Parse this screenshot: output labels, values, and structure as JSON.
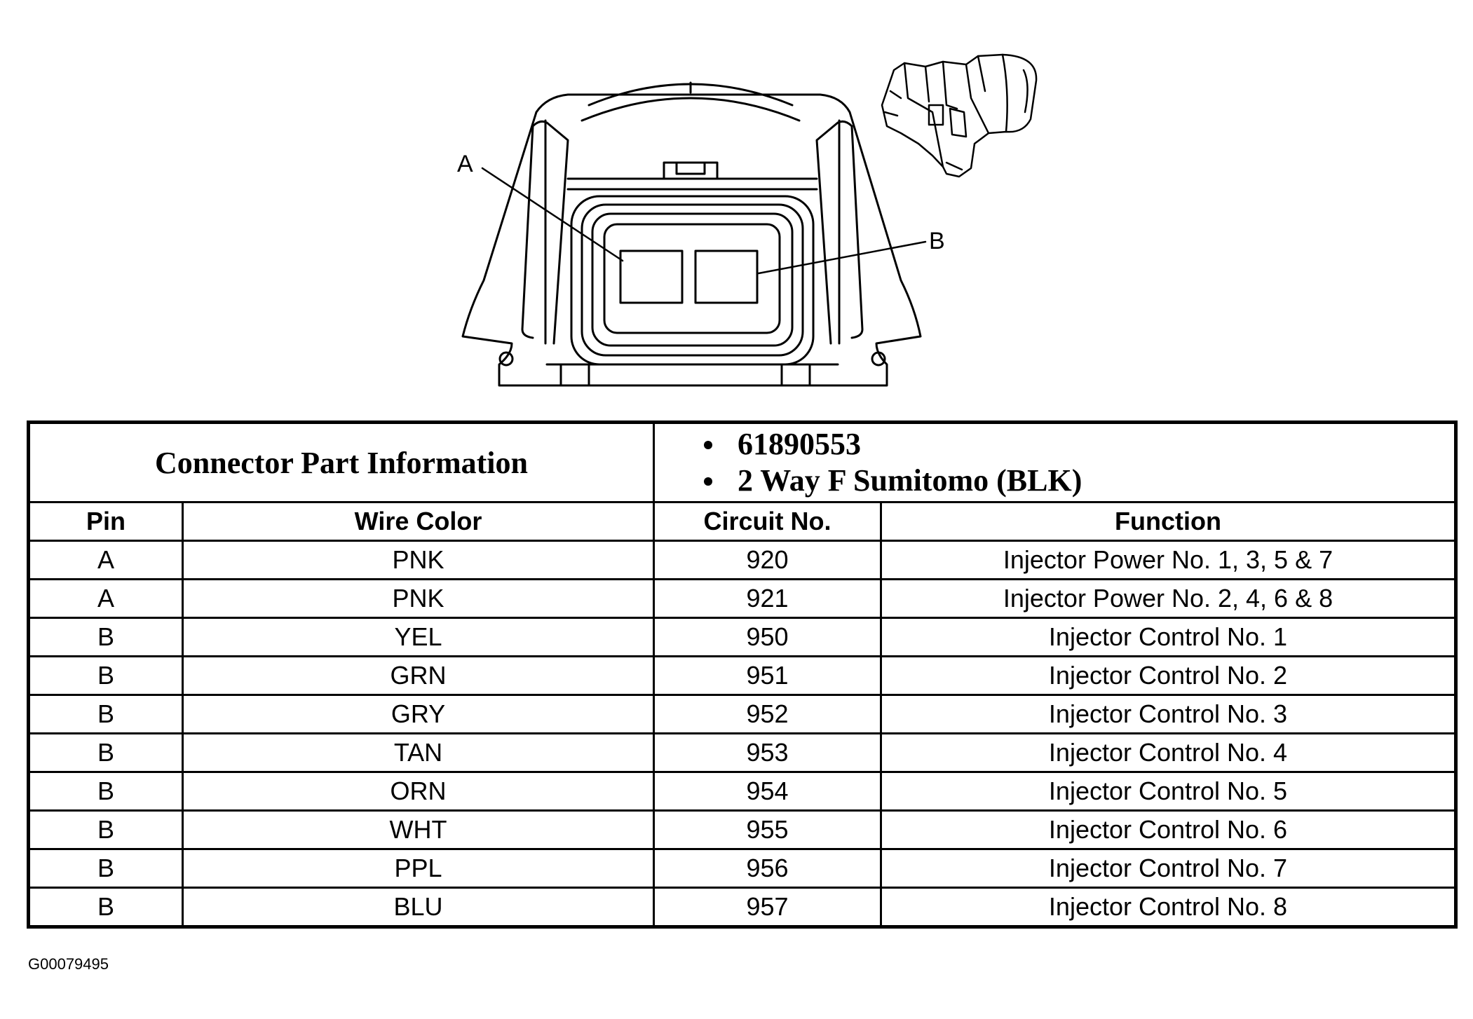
{
  "diagram": {
    "callouts": [
      "A",
      "B"
    ]
  },
  "connector_info": {
    "label": "Connector Part Information",
    "values": [
      "61890553",
      "2 Way F Sumitomo (BLK)"
    ]
  },
  "columns": {
    "pin": "Pin",
    "wire_color": "Wire Color",
    "circuit_no": "Circuit No.",
    "function": "Function"
  },
  "rows": [
    {
      "pin": "A",
      "wire_color": "PNK",
      "circuit_no": "920",
      "function": "Injector Power No. 1, 3, 5 & 7"
    },
    {
      "pin": "A",
      "wire_color": "PNK",
      "circuit_no": "921",
      "function": "Injector Power No. 2, 4, 6 & 8"
    },
    {
      "pin": "B",
      "wire_color": "YEL",
      "circuit_no": "950",
      "function": "Injector Control No. 1"
    },
    {
      "pin": "B",
      "wire_color": "GRN",
      "circuit_no": "951",
      "function": "Injector Control No. 2"
    },
    {
      "pin": "B",
      "wire_color": "GRY",
      "circuit_no": "952",
      "function": "Injector Control No. 3"
    },
    {
      "pin": "B",
      "wire_color": "TAN",
      "circuit_no": "953",
      "function": "Injector Control No. 4"
    },
    {
      "pin": "B",
      "wire_color": "ORN",
      "circuit_no": "954",
      "function": "Injector Control No. 5"
    },
    {
      "pin": "B",
      "wire_color": "WHT",
      "circuit_no": "955",
      "function": "Injector Control No. 6"
    },
    {
      "pin": "B",
      "wire_color": "PPL",
      "circuit_no": "956",
      "function": "Injector Control No. 7"
    },
    {
      "pin": "B",
      "wire_color": "BLU",
      "circuit_no": "957",
      "function": "Injector Control No. 8"
    }
  ],
  "figure_code": "G00079495"
}
